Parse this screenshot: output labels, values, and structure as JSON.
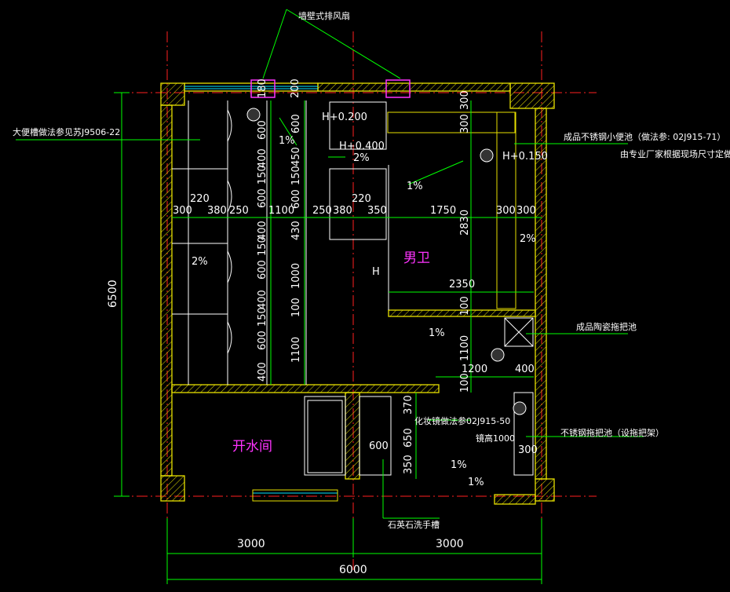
{
  "colors": {
    "background": "#000000",
    "wall": "#e8e000",
    "dimension": "#00ff00",
    "text": "#ffffff",
    "room_label": "#ff33ff",
    "axis": "#ff0000",
    "window": "#00e5ff",
    "fixture": "#ff33ff"
  },
  "rooms": {
    "mens_toilet": "男卫",
    "boiler_room": "开水间"
  },
  "annotations": {
    "exhaust_fan": "墙壁式排风扇",
    "trough_toilet": "大便槽做法参见苏J9506-22",
    "urinal_1": "成品不锈钢小便池（做法参: 02J915-71）",
    "urinal_2": "由专业厂家根据现场尺寸定做",
    "mop_ceramic": "成品陶瓷拖把池",
    "mop_steel": "不锈钢拖把池（设拖把架）",
    "mirror": "化妆镜做法参02J915-50",
    "mirror_height": "镜高1000",
    "wash_trough": "石英石洗手槽"
  },
  "elevations": {
    "e1": "H+0.200",
    "e2": "H+0.400",
    "e3": "H+0.150",
    "e4": "H"
  },
  "slopes": {
    "s1": "1%",
    "s2": "2%",
    "s3": "1%",
    "s4": "2%",
    "s5": "2%",
    "s6": "1%",
    "s7": "1%",
    "s8": "1%"
  },
  "dimensions": {
    "overall_width": "6000",
    "half_left": "3000",
    "half_right": "3000",
    "overall_height": "6500",
    "top_180": "180",
    "top_200": "200",
    "top_300a": "300",
    "top_300b": "300",
    "h_220a": "220",
    "h_220b": "220",
    "row_300": "300",
    "row_380a": "380",
    "row_250a": "250",
    "row_1100": "1100",
    "row_250b": "250",
    "row_380b": "380",
    "row_350": "350",
    "row_1750": "1750",
    "row_300c": "300",
    "row_300d": "300",
    "d_2350": "2350",
    "d_2830": "2830",
    "d_1200": "1200",
    "d_400a": "400",
    "d_600m": "600",
    "d_300m": "300",
    "v_600a": "600",
    "v_400a": "400",
    "v_150a": "150",
    "v_600b": "600",
    "v_400b": "400",
    "v_150b": "150",
    "v_600c": "600",
    "v_400c": "400",
    "v_150c": "150",
    "v_600d": "600",
    "v_400d": "400",
    "m_600": "600",
    "m_450": "450",
    "m_150": "150",
    "m_600b": "600",
    "m_430": "430",
    "m_1000": "1000",
    "m_100": "100",
    "m_1100": "1100",
    "r_100": "100",
    "r_1100": "1100",
    "r_100b": "100",
    "w_370": "370",
    "w_650": "650",
    "w_350": "350"
  }
}
